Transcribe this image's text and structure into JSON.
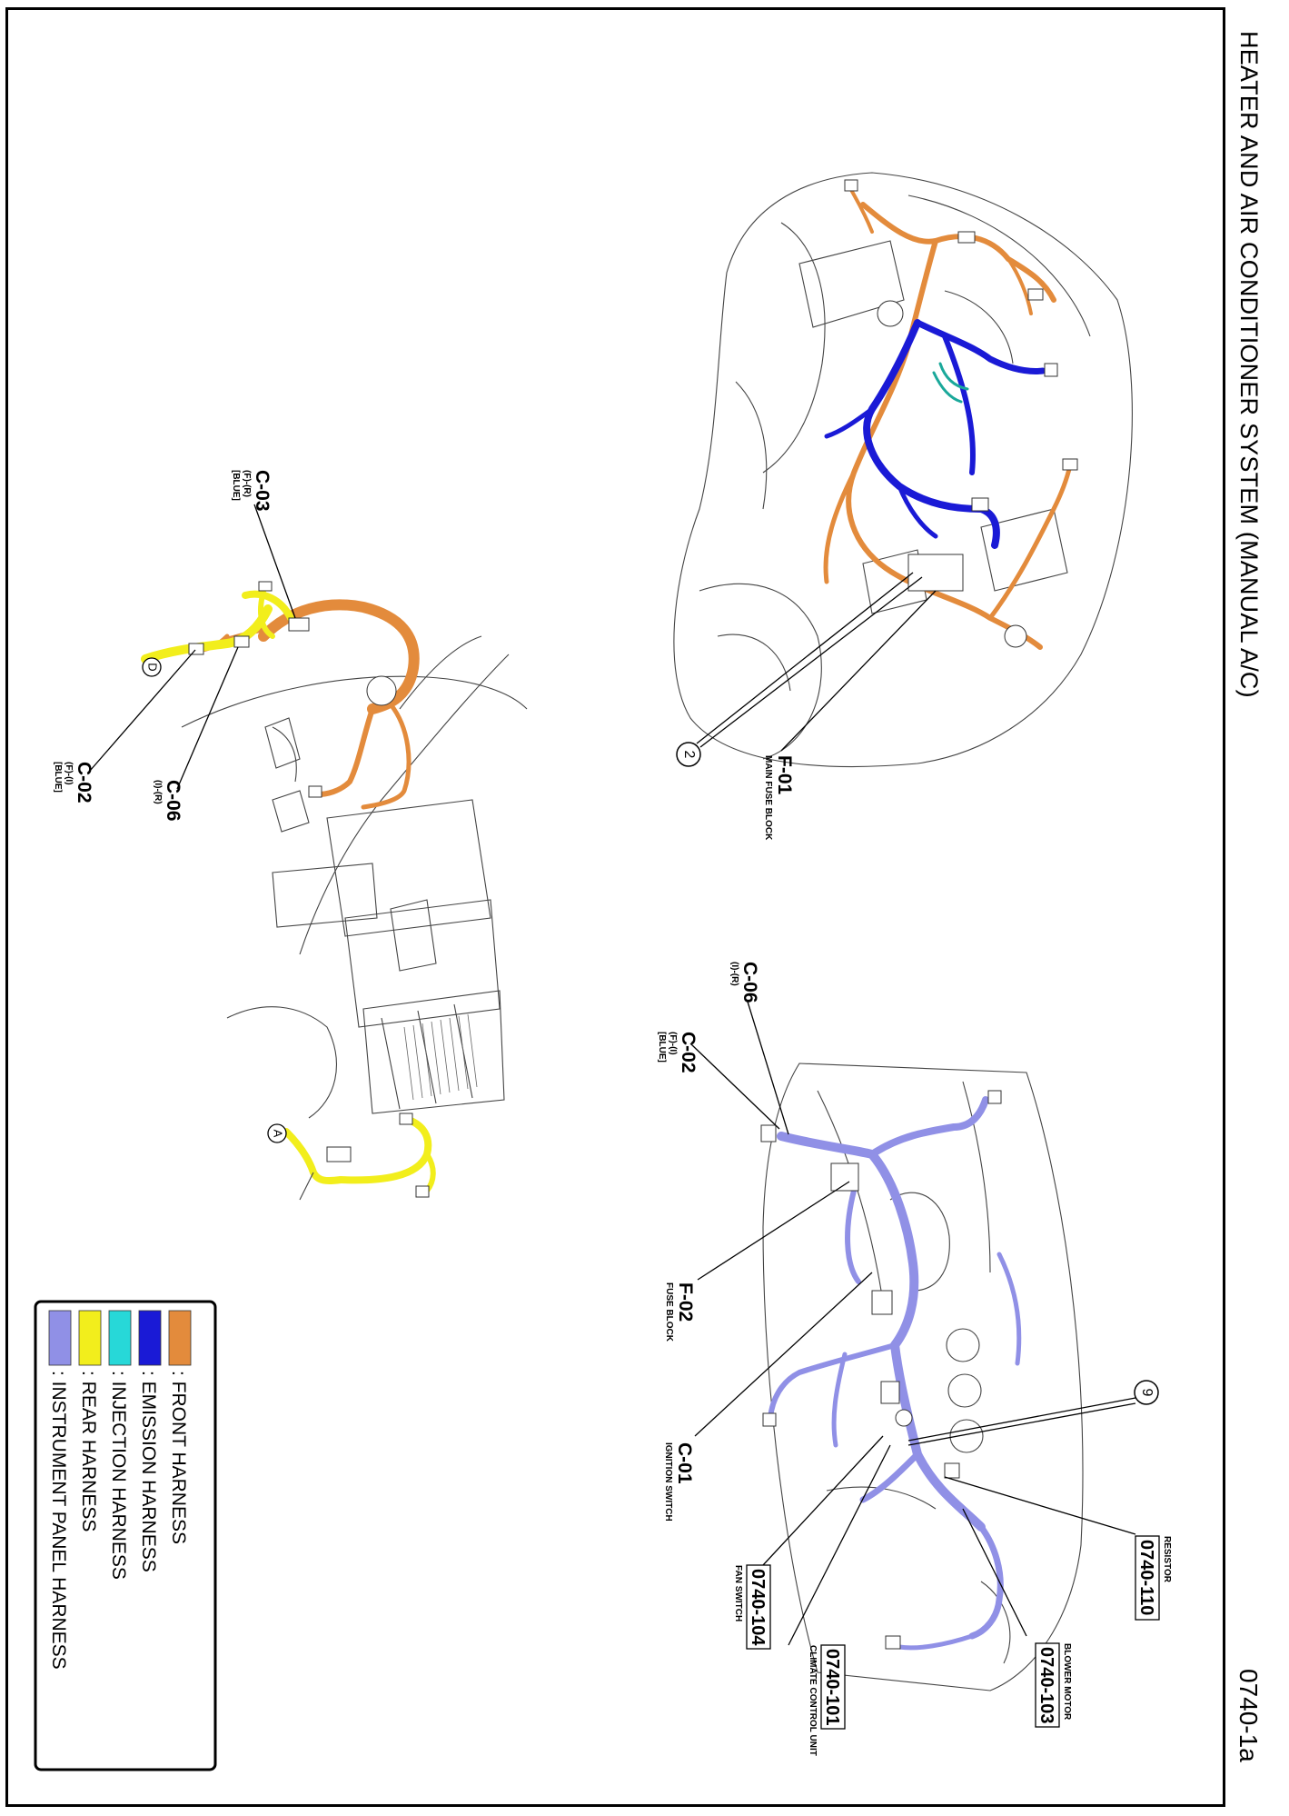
{
  "header": {
    "title": "HEATER AND AIR CONDITIONER SYSTEM (MANUAL A/C)",
    "page_number": "0740-1a"
  },
  "components": {
    "f01": {
      "code": "F-01",
      "name": "MAIN FUSE BLOCK"
    },
    "c03": {
      "code": "C-03",
      "spec": "(F)-(R)",
      "color": "[BLUE]"
    },
    "c02": {
      "code": "C-02",
      "spec": "(F)-(I)",
      "color": "[BLUE]"
    },
    "c06": {
      "code": "C-06",
      "spec": "(I)-(R)"
    },
    "f02": {
      "code": "F-02",
      "name": "FUSE BLOCK"
    },
    "c01": {
      "code": "C-01",
      "name": "IGNITION SWITCH"
    },
    "r110": {
      "code": "0740-110",
      "name": "RESISTOR"
    },
    "r101": {
      "code": "0740-101",
      "name": "CLIMATE CONTROL UNIT"
    },
    "r104": {
      "code": "0740-104",
      "name": "FAN SWITCH"
    },
    "r103": {
      "code": "0740-103",
      "name": "BLOWER MOTOR"
    }
  },
  "markers": {
    "ground_2": "2",
    "ground_9": "9",
    "link_d": "D",
    "link_a": "A"
  },
  "legend": {
    "items": [
      {
        "label": ": FRONT HARNESS",
        "color": "#e38b3c"
      },
      {
        "label": ": EMISSION HARNESS",
        "color": "#1a1ad6"
      },
      {
        "label": ": INJECTION HARNESS",
        "color": "#27d8d8"
      },
      {
        "label": ": REAR HARNESS",
        "color": "#f2ee1c"
      },
      {
        "label": ": INSTRUMENT PANEL HARNESS",
        "color": "#9090e6"
      }
    ]
  }
}
